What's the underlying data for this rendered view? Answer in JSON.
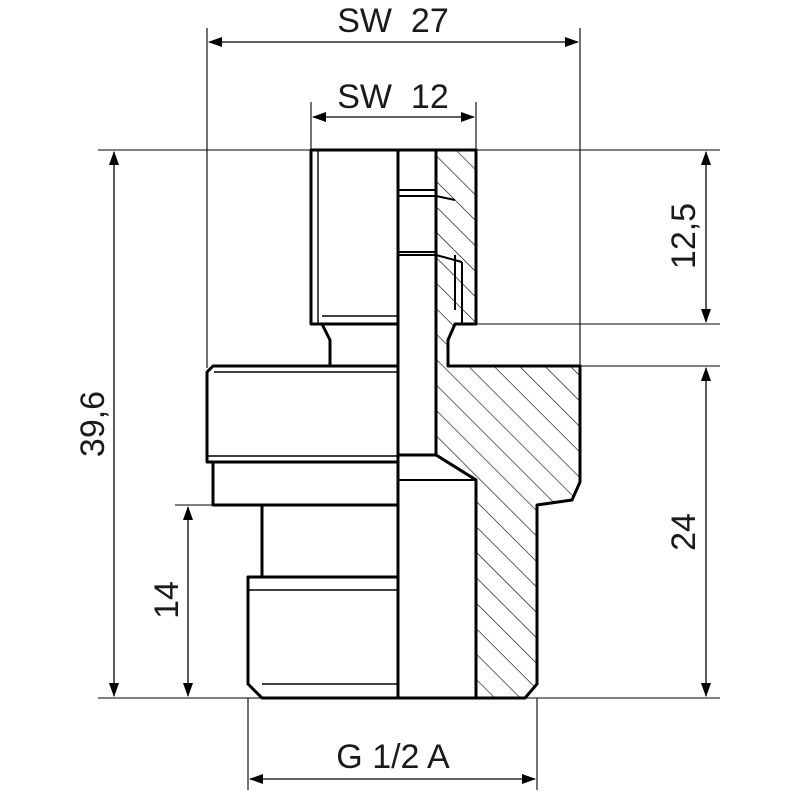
{
  "drawing": {
    "dimensions": {
      "hex_large": "SW  27",
      "hex_small": "SW  12",
      "total_height": "39,6",
      "top_height": "12,5",
      "thread_length": "14",
      "lower_height": "24",
      "thread": "G 1/2 A"
    }
  }
}
